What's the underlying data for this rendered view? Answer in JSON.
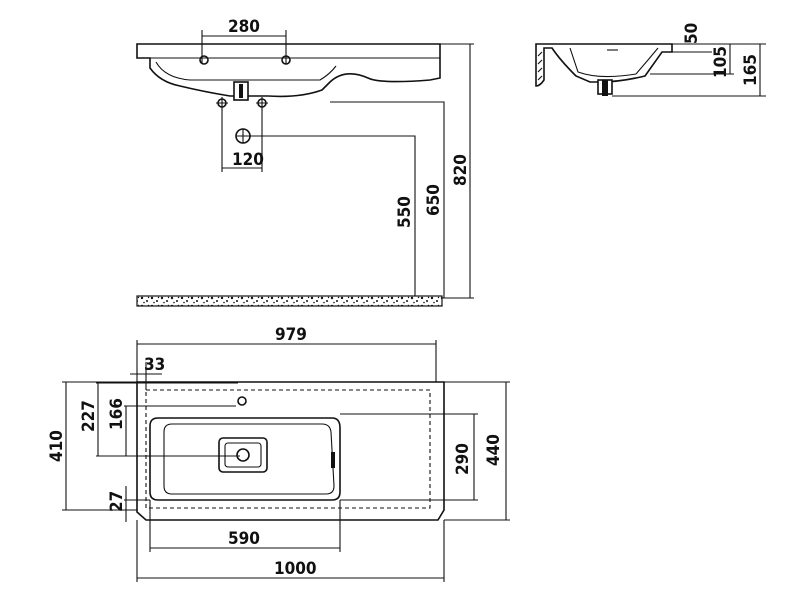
{
  "side_view": {
    "dims": {
      "tap_spacing": "280",
      "waste_spacing": "120",
      "height_550": "550",
      "height_650": "650",
      "height_820": "820"
    }
  },
  "section_view": {
    "dims": {
      "rim": "50",
      "bowl_depth": "105",
      "total_depth": "165"
    }
  },
  "plan_view": {
    "dims": {
      "inner_width": "979",
      "offset_33": "33",
      "depth_227": "227",
      "depth_166": "166",
      "depth_410": "410",
      "offset_27": "27",
      "bowl_290": "290",
      "total_440": "440",
      "bowl_590": "590",
      "total_1000": "1000"
    }
  },
  "colors": {
    "line": "#111111",
    "background": "#ffffff"
  }
}
